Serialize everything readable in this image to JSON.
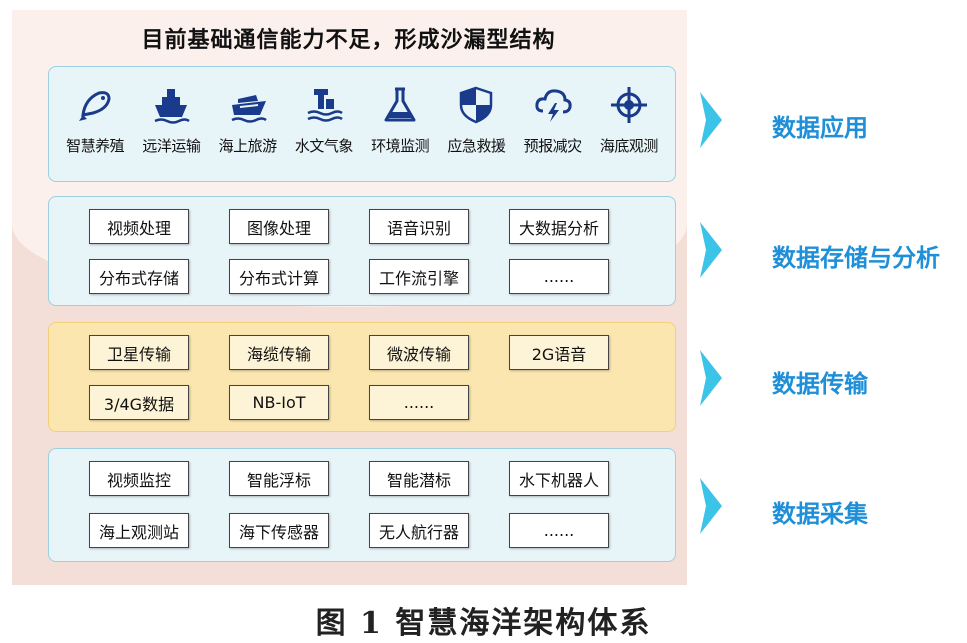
{
  "title": "目前基础通信能力不足，形成沙漏型结构",
  "caption": "图 1   智慧海洋架构体系",
  "colors": {
    "label_blue": "#1f8fd8",
    "icon_navy": "#1a3a8c",
    "arrow_cyan": "#3cc3e8"
  },
  "layers": {
    "application": {
      "label": "数据应用",
      "items": [
        {
          "icon": "fish-icon",
          "label": "智慧养殖"
        },
        {
          "icon": "cargo-ship-icon",
          "label": "远洋运输"
        },
        {
          "icon": "cruise-ship-icon",
          "label": "海上旅游"
        },
        {
          "icon": "hydrology-station-icon",
          "label": "水文气象"
        },
        {
          "icon": "flask-icon",
          "label": "环境监测"
        },
        {
          "icon": "shield-icon",
          "label": "应急救援"
        },
        {
          "icon": "storm-cloud-icon",
          "label": "预报减灾"
        },
        {
          "icon": "crosshair-icon",
          "label": "海底观测"
        }
      ]
    },
    "storage": {
      "label": "数据存储与分析",
      "row1": [
        "视频处理",
        "图像处理",
        "语音识别",
        "大数据分析"
      ],
      "row2": [
        "分布式存储",
        "分布式计算",
        "工作流引擎",
        "......"
      ]
    },
    "transmission": {
      "label": "数据传输",
      "row1": [
        "卫星传输",
        "海缆传输",
        "微波传输",
        "2G语音"
      ],
      "row2": [
        "3/4G数据",
        "NB-IoT",
        "......"
      ]
    },
    "collection": {
      "label": "数据采集",
      "row1": [
        "视频监控",
        "智能浮标",
        "智能潜标",
        "水下机器人"
      ],
      "row2": [
        "海上观测站",
        "海下传感器",
        "无人航行器",
        "......"
      ]
    }
  }
}
